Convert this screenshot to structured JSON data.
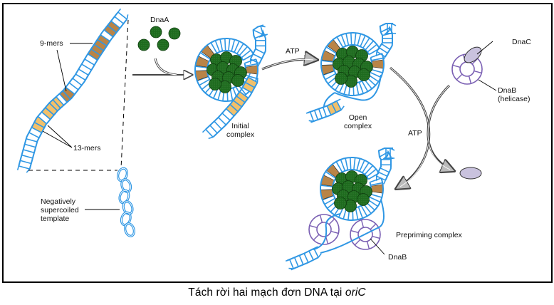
{
  "caption": {
    "text": "Tách rời hai mạch đơn DNA tại ",
    "italic": "oriC"
  },
  "labels": {
    "nine_mers": "9-mers",
    "thirteen_mers": "13-mers",
    "dnaA": "DnaA",
    "neg_supercoiled": [
      "Negatively",
      "supercoiled",
      "template"
    ],
    "atp_1": "ATP",
    "atp_2": "ATP",
    "initial_complex": [
      "Initial",
      "complex"
    ],
    "open_complex": [
      "Open",
      "complex"
    ],
    "dnaC": "DnaC",
    "dnaB_helicase": [
      "DnaB",
      "(helicase)"
    ],
    "prepriming_complex": "Prepriming complex",
    "dnaB": "DnaB"
  },
  "colors": {
    "dna": "#2f97e4",
    "nine_mer": "#b98447",
    "thirteen_mer": "#f2c06a",
    "dnaA": "#1e6b1e",
    "dnaB": "#7a5fb3",
    "dnaC": "#c9c2de",
    "arrow": "#444444"
  }
}
